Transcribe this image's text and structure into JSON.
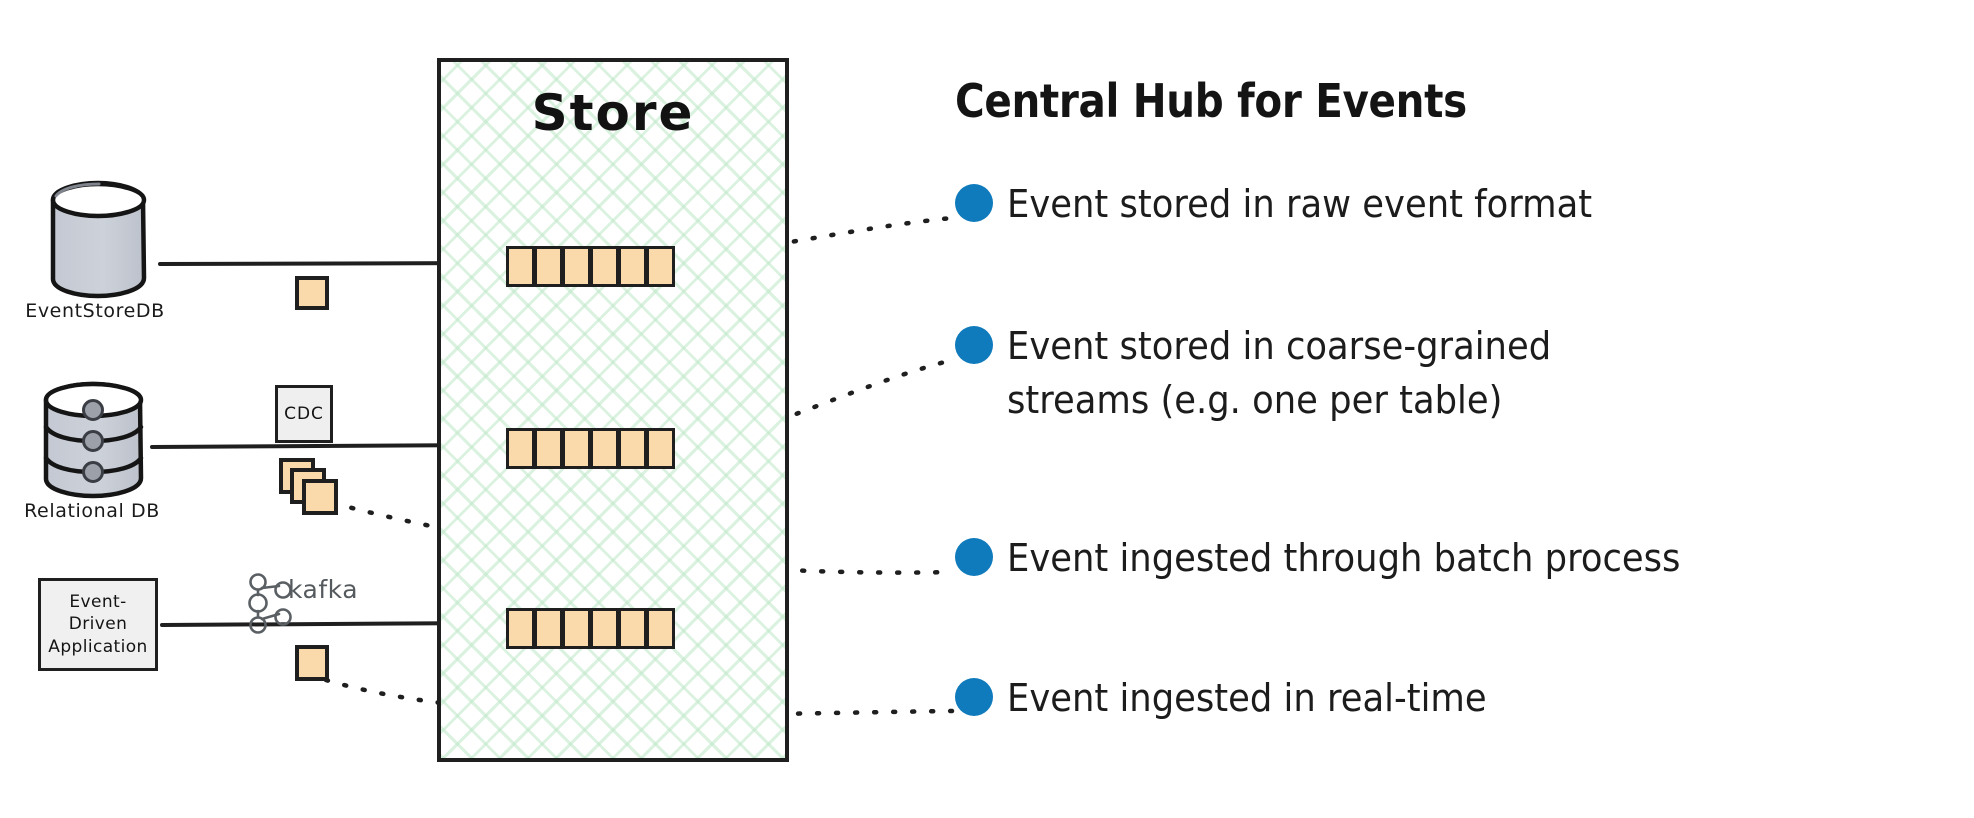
{
  "diagram": {
    "store": {
      "title": "Store",
      "streams": [
        {
          "name": "raw-event-stream",
          "cells": 6,
          "trailing_dots": true
        },
        {
          "name": "coarse-grained-stream",
          "cells": 6,
          "trailing_dots": true
        },
        {
          "name": "realtime-stream",
          "cells": 6,
          "trailing_dots": false
        }
      ]
    },
    "sources": [
      {
        "id": "eventstoredb",
        "label": "EventStoreDB",
        "icon": "database-cylinder-icon",
        "middleware": null,
        "payload": "single-event-tile"
      },
      {
        "id": "relational-db",
        "label": "Relational DB",
        "icon": "database-stacked-icon",
        "middleware": "CDC",
        "payload": "stacked-event-tiles"
      },
      {
        "id": "event-driven-app",
        "label": "Event-\nDriven\nApplication",
        "icon": "application-box-icon",
        "middleware": "kafka",
        "payload": "single-event-tile"
      }
    ],
    "app_box_lines": [
      "Event-",
      "Driven",
      "Application"
    ],
    "cdc_label": "CDC",
    "kafka_label": "kafka"
  },
  "panel": {
    "title": "Central Hub for Events",
    "bullets": [
      {
        "text": "Event stored in raw event format"
      },
      {
        "text": "Event stored in coarse-grained\nstreams (e.g. one per table)"
      },
      {
        "text": "Event ingested through batch process"
      },
      {
        "text": "Event ingested in real-time"
      }
    ]
  },
  "colors": {
    "accent_dot": "#0f7abc",
    "tile_fill": "#fad9ab",
    "stroke": "#1f1f1f",
    "store_hatch": "#bee8c8",
    "db_fill": "#c9cdd6",
    "box_fill": "#efefef"
  }
}
